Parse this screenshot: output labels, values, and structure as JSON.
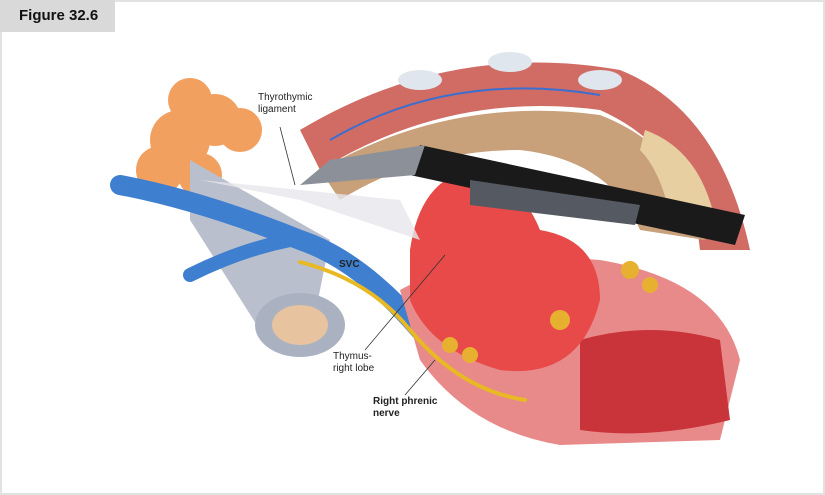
{
  "figure_label": "Figure 32.6",
  "labels": {
    "thyrothymic_line1": "Thyrothymic",
    "thyrothymic_line2": "ligament",
    "svc": "SVC",
    "thymus_line1": "Thymus-",
    "thymus_line2": "right lobe",
    "phrenic_line1": "Right phrenic",
    "phrenic_line2": "nerve"
  },
  "colors": {
    "vein": "#3f7fd0",
    "thymus": "#e84a4a",
    "nerve": "#e8b923",
    "thyroid": "#f2a060",
    "instrument": "#1a1a1a"
  }
}
